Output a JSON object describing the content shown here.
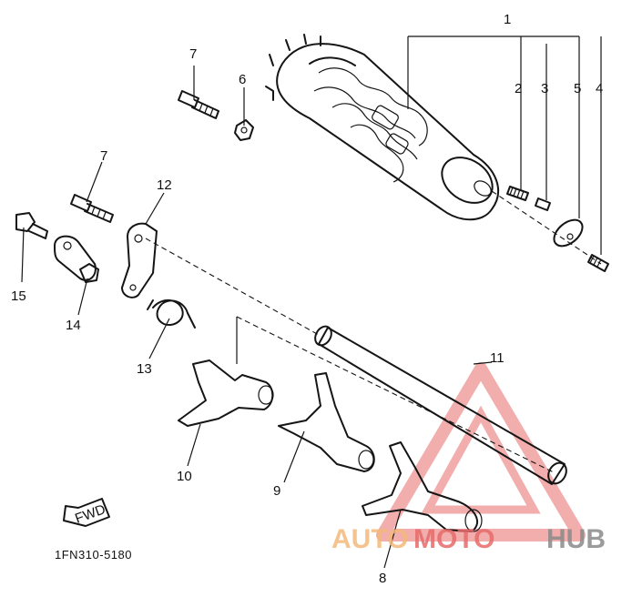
{
  "labels": {
    "l1": "1",
    "l2": "2",
    "l3": "3",
    "l4": "4",
    "l5": "5",
    "l6": "6",
    "l7a": "7",
    "l7b": "7",
    "l8": "8",
    "l9": "9",
    "l10": "10",
    "l11": "11",
    "l12": "12",
    "l13": "13",
    "l14": "14",
    "l15": "15"
  },
  "fwd": "FWD",
  "part_code": "1FN310-5180",
  "watermark": {
    "part1": "AUTO",
    "part2": "MOTO",
    "part3": "HUB"
  },
  "colors": {
    "line": "#151515",
    "watermark_red": "#e86b6b",
    "watermark_orange": "#f4b97a",
    "watermark_gray": "#8a8a8a"
  }
}
